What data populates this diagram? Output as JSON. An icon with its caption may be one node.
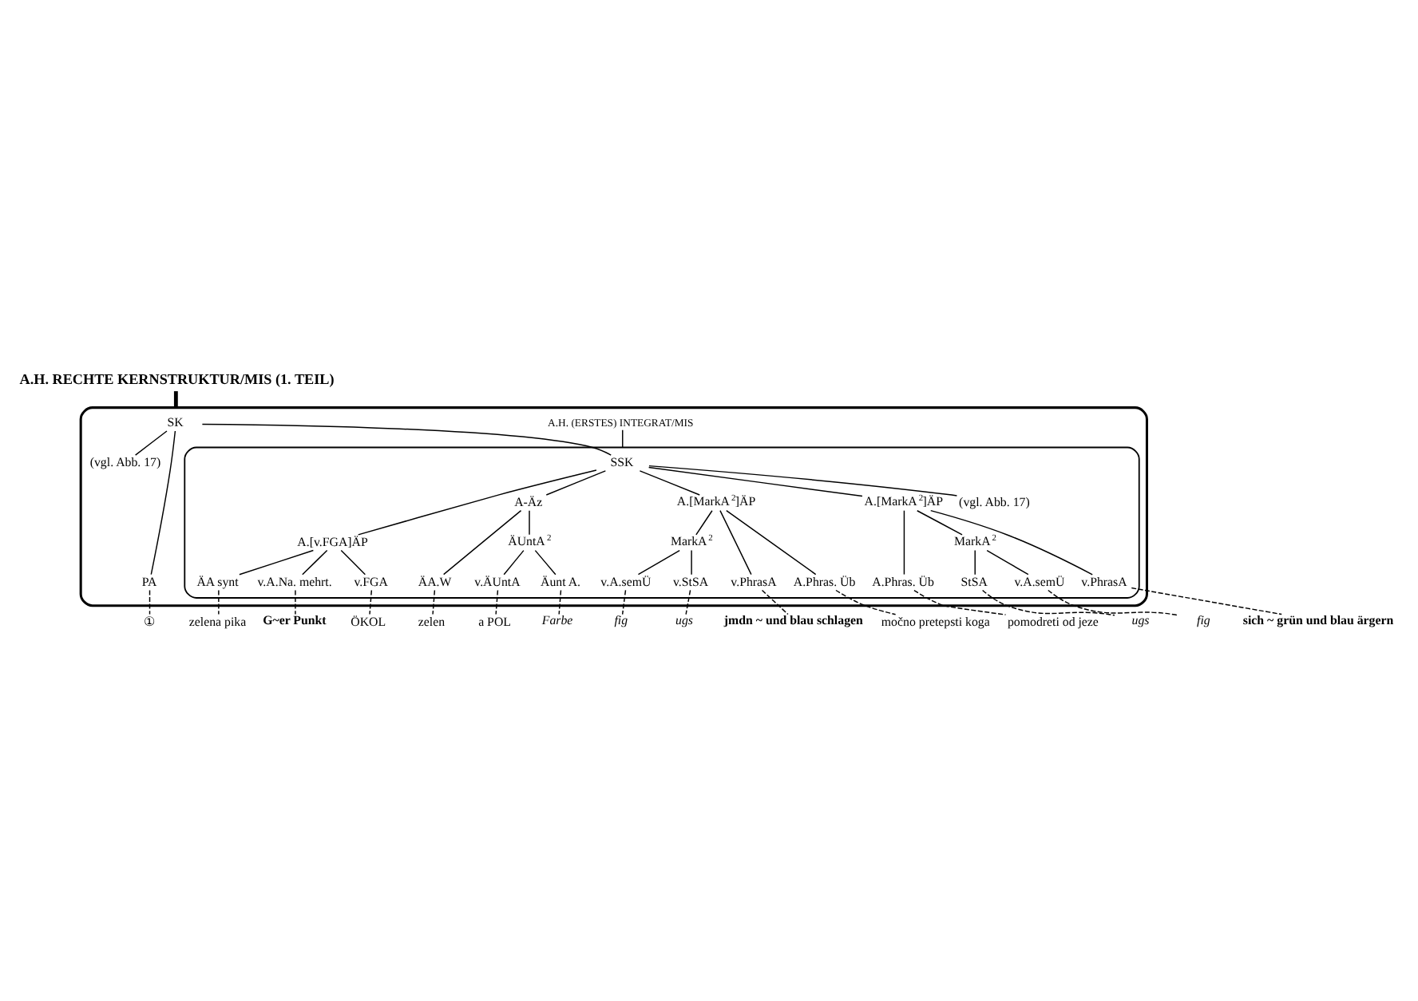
{
  "diagram": {
    "nodes": [
      {
        "text": [
          "A.H. RECHTE KERNSTRUKTUR/MIS (1. TEIL)"
        ]
      },
      {
        "text": [],
        "shape": "box"
      },
      {
        "text": [
          "SK"
        ],
        "in": 1
      },
      {
        "text": [
          "(vgl. Abb. 17)"
        ],
        "in": 1
      },
      {
        "text": [
          "A.H. (ERSTES) INTEGRAT/MIS"
        ],
        "in": 1
      },
      {
        "text": [
          "PA"
        ],
        "in": 1
      },
      {
        "text": [],
        "shape": "box",
        "in": 1
      },
      {
        "text": [
          "SSK"
        ],
        "in": 6
      },
      {
        "text": [
          "(vgl. Abb. 17)"
        ],
        "in": 6
      },
      {
        "text": [
          "A-Äz"
        ],
        "in": 6
      },
      {
        "text": [
          "A.[v.FGA]ÄP"
        ],
        "in": 6
      },
      {
        "text": [
          "A.[MarkA$^{2}$]ÄP"
        ],
        "in": 6
      },
      {
        "text": [
          "A.[MarkA$^{2}$]ÄP"
        ],
        "in": 6
      },
      {
        "text": [
          "ÄUntA$^{2}$"
        ],
        "in": 6
      },
      {
        "text": [
          "ÄA.W"
        ],
        "in": 6
      },
      {
        "text": [
          "v.A.Na. mehrt."
        ],
        "in": 6
      },
      {
        "text": [
          "v.FGA"
        ],
        "in": 6
      },
      {
        "text": [
          "ÄA synt"
        ],
        "in": 6
      },
      {
        "text": [
          "v.PhrasA"
        ],
        "in": 6
      },
      {
        "text": [
          "MarkA$^{2}$"
        ],
        "in": 6
      },
      {
        "text": [
          "A.Phras. Üb"
        ],
        "in": 6
      },
      {
        "text": [
          "v.PhrasA"
        ],
        "in": 6
      },
      {
        "text": [
          "MarkA$^{2}$"
        ],
        "in": 6
      },
      {
        "text": [
          "A.Phras. Üb"
        ],
        "in": 6
      },
      {
        "text": [
          "Äunt A."
        ],
        "in": 6
      },
      {
        "text": [
          "v.ÄUntA"
        ],
        "in": 6
      },
      {
        "text": [
          "v.StSA"
        ],
        "in": 6
      },
      {
        "text": [
          "v.A.semÜ"
        ],
        "in": 6
      },
      {
        "text": [
          "StSA"
        ],
        "in": 6
      },
      {
        "text": [
          "v.A.semÜ"
        ],
        "in": 6
      },
      {
        "text": [
          "①"
        ]
      },
      {
        "text": [
          "Farbe"
        ]
      },
      {
        "text": [
          "a POL"
        ]
      },
      {
        "text": [
          "zelen"
        ]
      },
      {
        "text": [
          "G~er Punkt"
        ]
      },
      {
        "text": [
          "ÖKOL"
        ]
      },
      {
        "text": [
          "zelena pika"
        ]
      },
      {
        "text": [
          "jmdn ~ und blau schlagen"
        ]
      },
      {
        "text": [
          "ugs"
        ]
      },
      {
        "text": [
          "fig"
        ]
      },
      {
        "text": [
          "močno pretepsti koga"
        ]
      },
      {
        "text": [
          "sich ~ grün und blau ärgern"
        ]
      },
      {
        "text": [
          "ugs"
        ]
      },
      {
        "text": [
          "fig"
        ]
      },
      {
        "text": [
          "pomodreti od jeze"
        ]
      }
    ],
    "edges": [
      {
        "from": 0,
        "to": 1,
        "arrow": "none",
        "style": "thick"
      },
      {
        "from": 2,
        "to": 5,
        "arrow": "none"
      },
      {
        "from": 2,
        "to": 7,
        "arrow": "none"
      },
      {
        "from": 2,
        "to": 3,
        "arrow": "none"
      },
      {
        "from": 4,
        "to": 6,
        "arrow": "none"
      },
      {
        "from": 7,
        "to": 8,
        "arrow": "none"
      },
      {
        "from": 7,
        "to": 9,
        "arrow": "none"
      },
      {
        "from": 7,
        "to": 10,
        "arrow": "none"
      },
      {
        "from": 7,
        "to": 11,
        "arrow": "none"
      },
      {
        "from": 7,
        "to": 12,
        "arrow": "none"
      },
      {
        "from": 9,
        "to": 13,
        "arrow": "none"
      },
      {
        "from": 9,
        "to": 14,
        "arrow": "none"
      },
      {
        "from": 10,
        "to": 15,
        "arrow": "none"
      },
      {
        "from": 10,
        "to": 16,
        "arrow": "none"
      },
      {
        "from": 10,
        "to": 17,
        "arrow": "none"
      },
      {
        "from": 11,
        "to": 18,
        "arrow": "none"
      },
      {
        "from": 11,
        "to": 19,
        "arrow": "none"
      },
      {
        "from": 11,
        "to": 20,
        "arrow": "none"
      },
      {
        "from": 12,
        "to": 21,
        "arrow": "none"
      },
      {
        "from": 12,
        "to": 22,
        "arrow": "none"
      },
      {
        "from": 12,
        "to": 23,
        "arrow": "none"
      },
      {
        "from": 13,
        "to": 24,
        "arrow": "none"
      },
      {
        "from": 13,
        "to": 25,
        "arrow": "none"
      },
      {
        "from": 19,
        "to": 26,
        "arrow": "none"
      },
      {
        "from": 19,
        "to": 27,
        "arrow": "none"
      },
      {
        "from": 22,
        "to": 28,
        "arrow": "none"
      },
      {
        "from": 22,
        "to": 29,
        "arrow": "none"
      },
      {
        "from": 5,
        "to": 30,
        "arrow": "none",
        "style": "dashed"
      },
      {
        "from": 24,
        "to": 31,
        "arrow": "none",
        "style": "dashed"
      },
      {
        "from": 25,
        "to": 32,
        "arrow": "none",
        "style": "dashed"
      },
      {
        "from": 14,
        "to": 33,
        "arrow": "none",
        "style": "dashed"
      },
      {
        "from": 15,
        "to": 34,
        "arrow": "none",
        "style": "dashed"
      },
      {
        "from": 16,
        "to": 35,
        "arrow": "none",
        "style": "dashed"
      },
      {
        "from": 17,
        "to": 36,
        "arrow": "none",
        "style": "dashed"
      },
      {
        "from": 18,
        "to": 37,
        "arrow": "none",
        "style": "dashed"
      },
      {
        "from": 26,
        "to": 38,
        "arrow": "none",
        "style": "dashed"
      },
      {
        "from": 27,
        "to": 39,
        "arrow": "none",
        "style": "dashed"
      },
      {
        "from": 20,
        "to": 40,
        "arrow": "none",
        "style": "dashed"
      },
      {
        "from": 21,
        "to": 41,
        "arrow": "none",
        "style": "dashed"
      },
      {
        "from": 28,
        "to": 42,
        "arrow": "none",
        "style": "dashed"
      },
      {
        "from": 29,
        "to": 43,
        "arrow": "none",
        "style": "dashed"
      },
      {
        "from": 23,
        "to": 44,
        "arrow": "none",
        "style": "dashed"
      }
    ]
  }
}
